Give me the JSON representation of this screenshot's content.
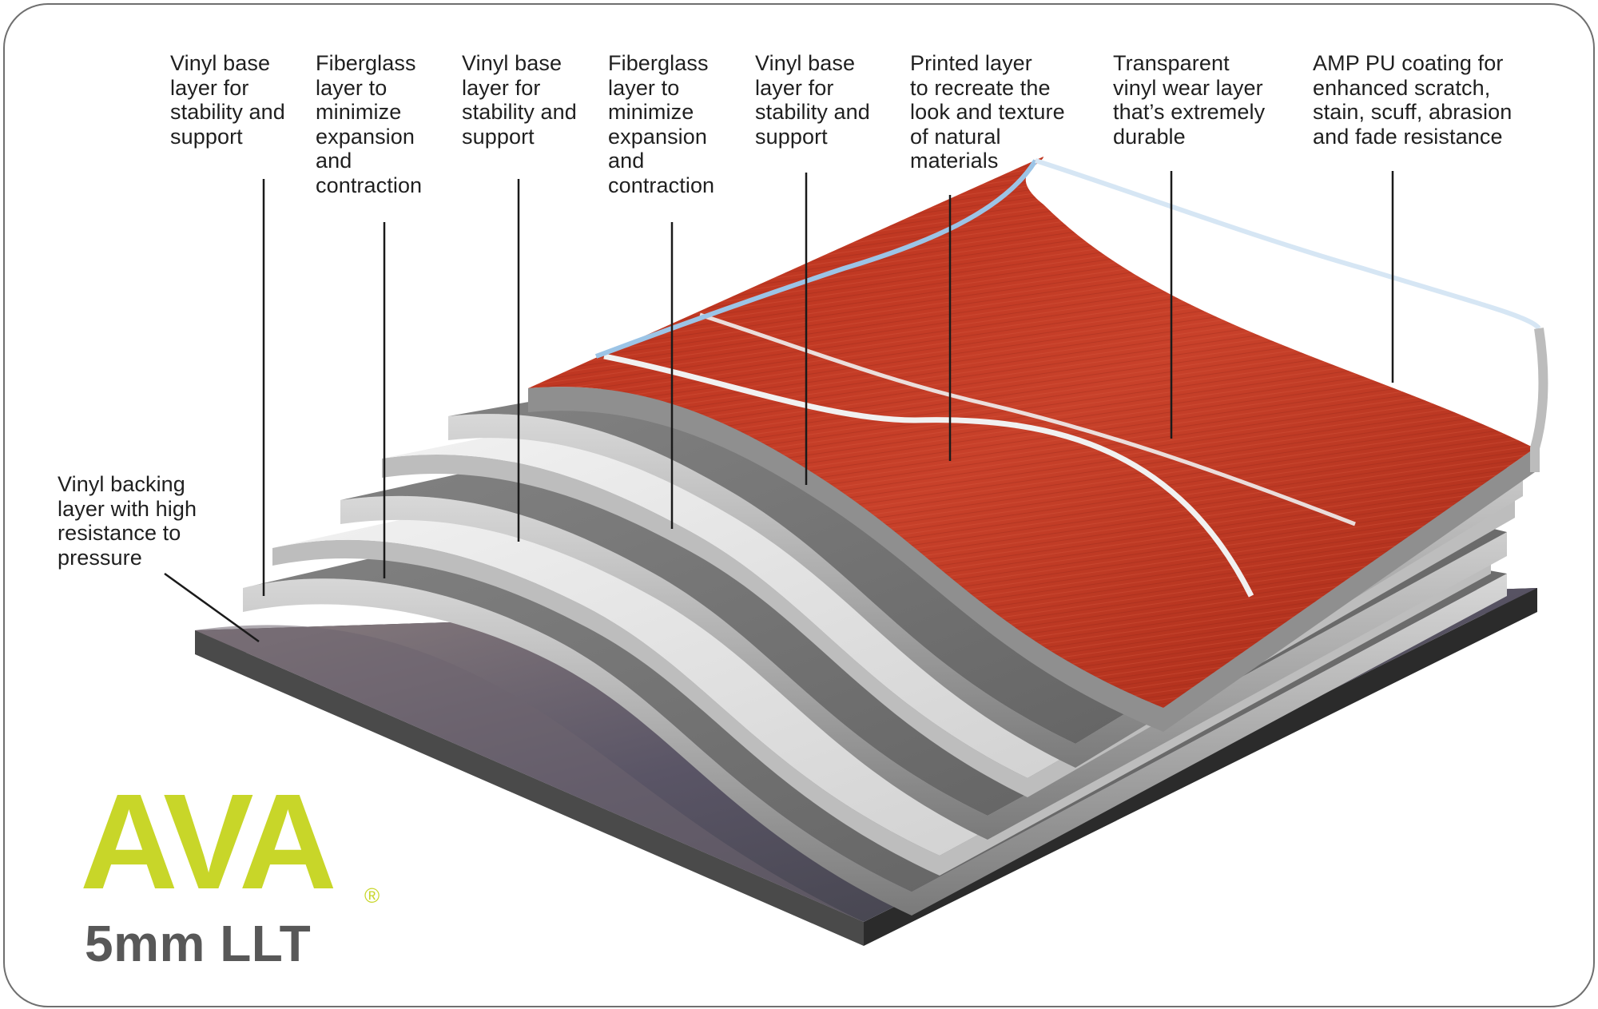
{
  "brand": {
    "name": "AVA",
    "registered_mark": "®",
    "model": "5mm LLT",
    "brand_color": "#c8d629",
    "model_color": "#585858"
  },
  "layers": [
    {
      "id": "vinyl-backing",
      "label": "Vinyl backing\nlayer with high\nresistance to\npressure"
    },
    {
      "id": "vinyl-base-1",
      "label": "Vinyl base\nlayer for\nstability and\nsupport"
    },
    {
      "id": "fiberglass-1",
      "label": "Fiberglass\nlayer to\nminimize\nexpansion\nand\ncontraction"
    },
    {
      "id": "vinyl-base-2",
      "label": "Vinyl base\nlayer for\nstability and\nsupport"
    },
    {
      "id": "fiberglass-2",
      "label": "Fiberglass\nlayer to\nminimize\nexpansion\nand\ncontraction"
    },
    {
      "id": "vinyl-base-3",
      "label": "Vinyl base\nlayer for\nstability and\nsupport"
    },
    {
      "id": "printed",
      "label": "Printed layer\nto recreate the\nlook and texture\nof natural\nmaterials"
    },
    {
      "id": "wear",
      "label": "Transparent\nvinyl wear layer\nthat’s extremely\ndurable"
    },
    {
      "id": "coating",
      "label": "AMP PU coating for\nenhanced scratch,\nstain, scuff, abrasion\nand fade resistance"
    }
  ],
  "colors": {
    "red_layer": "#c0351f",
    "gray_layer": "#747474",
    "white_layer": "#eeeeee",
    "base_slab": "#3c3c3c",
    "leader_line": "#1a1a1a"
  }
}
